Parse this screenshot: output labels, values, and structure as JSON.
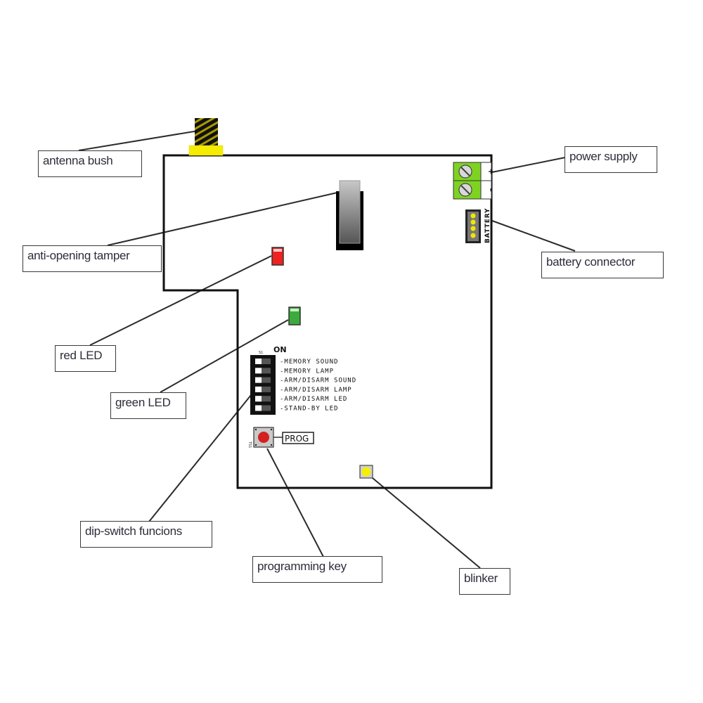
{
  "diagram": {
    "title": "Control board component layout",
    "colors": {
      "board_outline": "#111111",
      "antenna_bush": "#f5ec00",
      "terminal_block": "#7ed321",
      "red_led": "#ee2222",
      "green_led": "#3caa3c",
      "blinker": "#f5f000",
      "prog_key": "#d42020",
      "battery_pins": "#f2e600"
    },
    "callouts": [
      {
        "id": "antenna-bush",
        "label": "antenna bush"
      },
      {
        "id": "anti-opening-tamper",
        "label": "anti-opening tamper"
      },
      {
        "id": "red-led",
        "label": "red LED"
      },
      {
        "id": "green-led",
        "label": "green LED"
      },
      {
        "id": "dip-switch-functions",
        "label": "dip-switch funcions"
      },
      {
        "id": "programming-key",
        "label": "programming key"
      },
      {
        "id": "blinker",
        "label": "blinker"
      },
      {
        "id": "power-supply",
        "label": "power supply"
      },
      {
        "id": "battery-connector",
        "label": "battery connector"
      }
    ],
    "board": {
      "dip_switch": {
        "ref": "S1",
        "on_label": "ON",
        "functions": [
          "-MEMORY SOUND",
          "-MEMORY LAMP",
          "-ARM/DISARM SOUND",
          "-ARM/DISARM LAMP",
          "-ARM/DISARM LED",
          "-STAND-BY LED"
        ]
      },
      "prog_key": {
        "ref": "TS1",
        "label": "PROG"
      },
      "power_terminal": {
        "plus": "+",
        "minus": "–"
      },
      "battery_connector": {
        "label": "BATTERY",
        "pins": 4
      }
    }
  }
}
